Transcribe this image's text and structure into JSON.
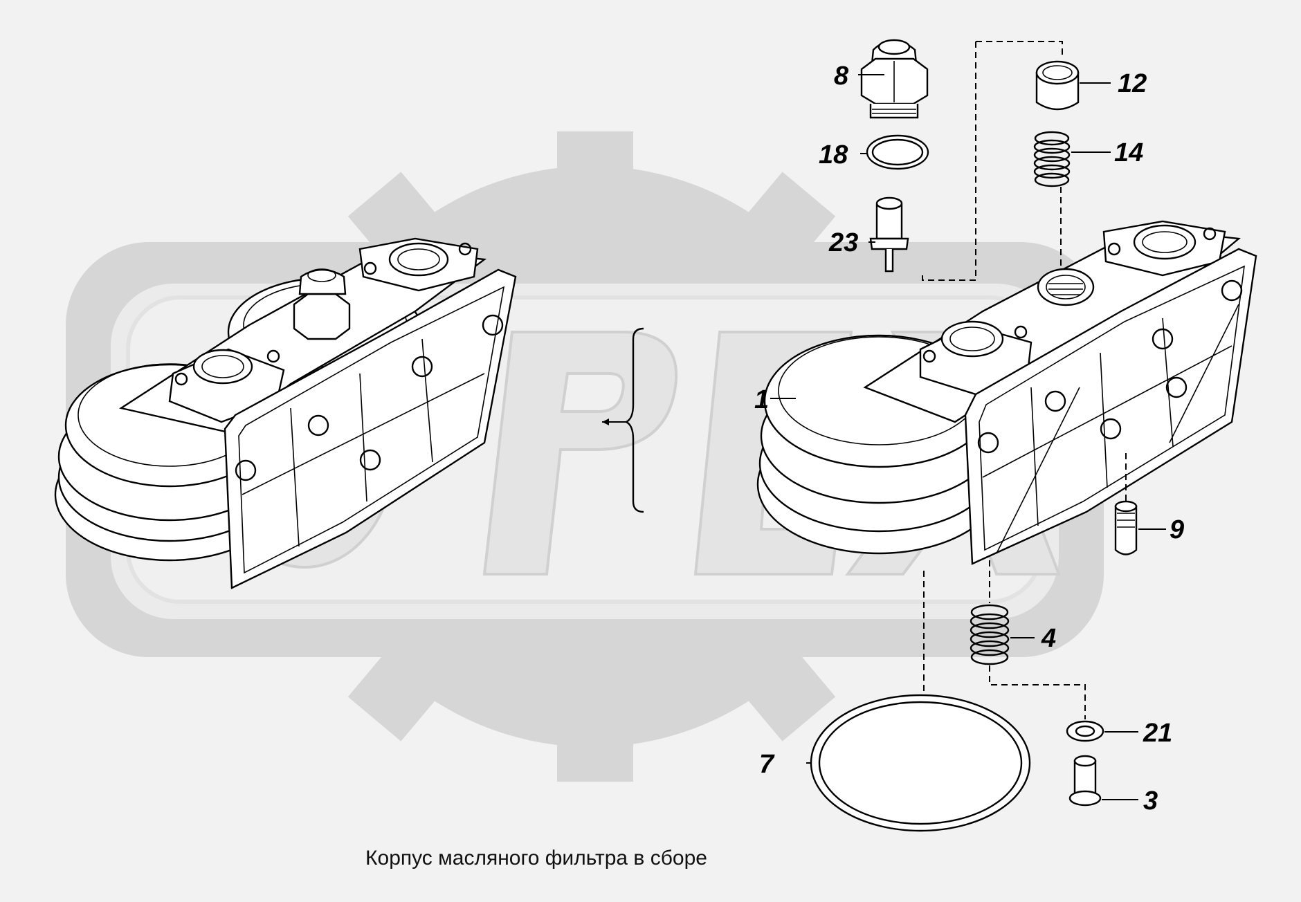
{
  "caption": "Корпус масляного фильтра в сборе",
  "colors": {
    "background": "#f2f2f2",
    "watermark": "#d6d6d6",
    "ink": "#000000"
  },
  "parts": [
    {
      "id": "part-1",
      "label": "1"
    },
    {
      "id": "part-3",
      "label": "3"
    },
    {
      "id": "part-4",
      "label": "4"
    },
    {
      "id": "part-7",
      "label": "7"
    },
    {
      "id": "part-8",
      "label": "8"
    },
    {
      "id": "part-9",
      "label": "9"
    },
    {
      "id": "part-12",
      "label": "12"
    },
    {
      "id": "part-14",
      "label": "14"
    },
    {
      "id": "part-18",
      "label": "18"
    },
    {
      "id": "part-21",
      "label": "21"
    },
    {
      "id": "part-23",
      "label": "23"
    }
  ]
}
